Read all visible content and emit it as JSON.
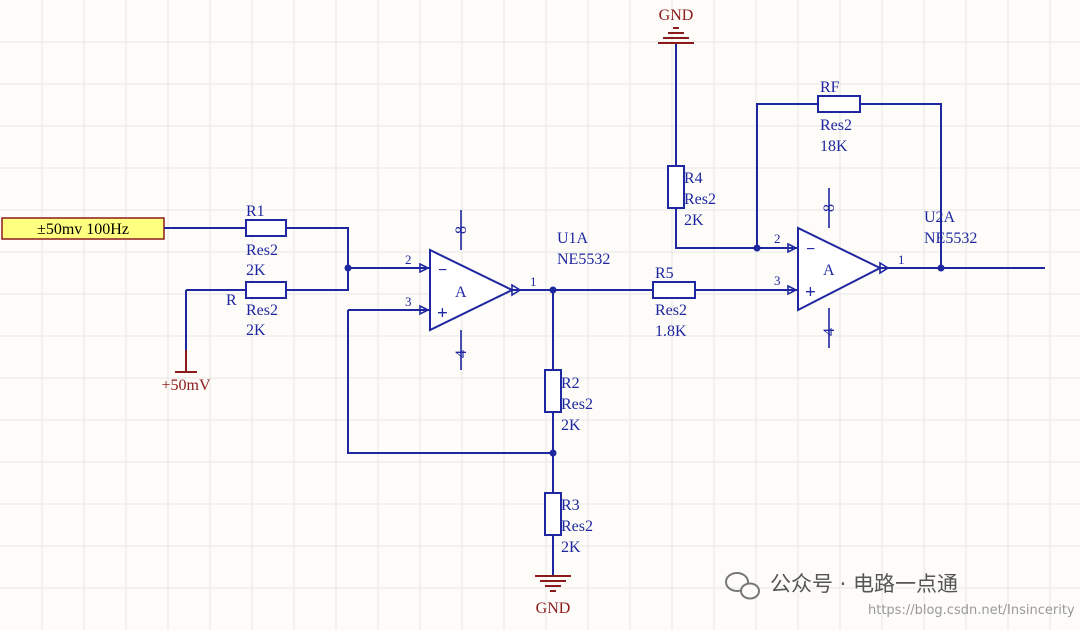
{
  "source": {
    "label": "±50mv 100Hz",
    "fill_color": "#ffff80"
  },
  "bias": {
    "label": "R",
    "value": "+50mV"
  },
  "gnd_label": "GND",
  "resistors": {
    "r1": {
      "designator": "R1",
      "type": "Res2",
      "value": "2K"
    },
    "r": {
      "type": "Res2",
      "value": "2K"
    },
    "r2": {
      "designator": "R2",
      "type": "Res2",
      "value": "2K"
    },
    "r3": {
      "designator": "R3",
      "type": "Res2",
      "value": "2K"
    },
    "r4": {
      "designator": "R4",
      "type": "Res2",
      "value": "2K"
    },
    "r5": {
      "designator": "R5",
      "type": "Res2",
      "value": "1.8K"
    },
    "rf": {
      "designator": "RF",
      "type": "Res2",
      "value": "18K"
    }
  },
  "opamps": {
    "u1a": {
      "designator": "U1A",
      "part": "NE5532",
      "label": "A",
      "pin_in_neg": "2",
      "pin_in_pos": "3",
      "pin_out": "1",
      "pin_vcc": "8",
      "pin_vee": "4",
      "minus": "−",
      "plus": "+"
    },
    "u2a": {
      "designator": "U2A",
      "part": "NE5532",
      "label": "A",
      "pin_in_neg": "2",
      "pin_in_pos": "3",
      "pin_out": "1",
      "pin_vcc": "8",
      "pin_vee": "4",
      "minus": "−",
      "plus": "+"
    }
  },
  "colors": {
    "wire": "#1f27a0",
    "power": "#8b1a1a",
    "grid": "#e6e6e6"
  },
  "watermark": {
    "text": "公众号 · 电路一点通",
    "url": "https://blog.csdn.net/Insincerity"
  }
}
